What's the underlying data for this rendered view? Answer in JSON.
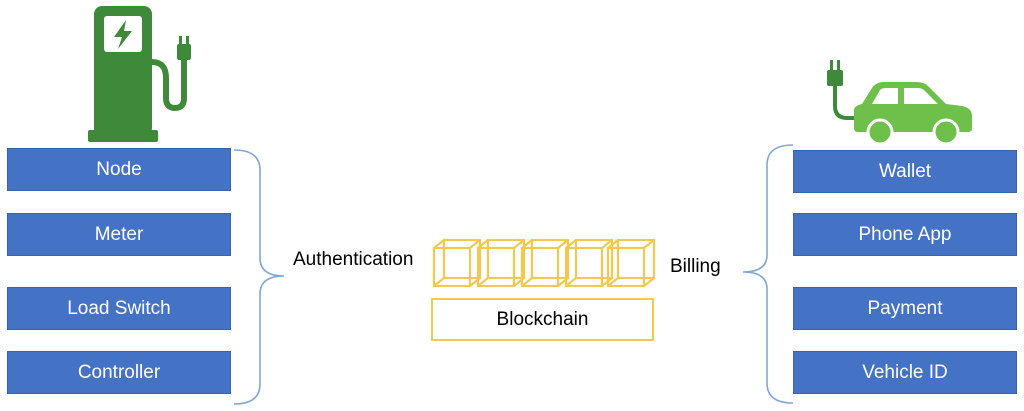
{
  "left_components": [
    {
      "label": "Node"
    },
    {
      "label": "Meter"
    },
    {
      "label": "Load Switch"
    },
    {
      "label": "Controller"
    }
  ],
  "right_components": [
    {
      "label": "Wallet"
    },
    {
      "label": "Phone App"
    },
    {
      "label": "Payment"
    },
    {
      "label": "Vehicle ID"
    }
  ],
  "connections": {
    "left_label": "Authentication",
    "right_label": "Billing"
  },
  "center": {
    "label": "Blockchain"
  },
  "icons": {
    "left": "ev-charging-station-icon",
    "right": "electric-car-icon",
    "center": "blockchain-blocks-icon"
  },
  "colors": {
    "box_fill": "#4472c4",
    "icon_green": "#3f8a3a",
    "car_green": "#6fbf4b",
    "chain_gold": "#f2c94c",
    "bracket_blue": "#7fa7d8"
  }
}
